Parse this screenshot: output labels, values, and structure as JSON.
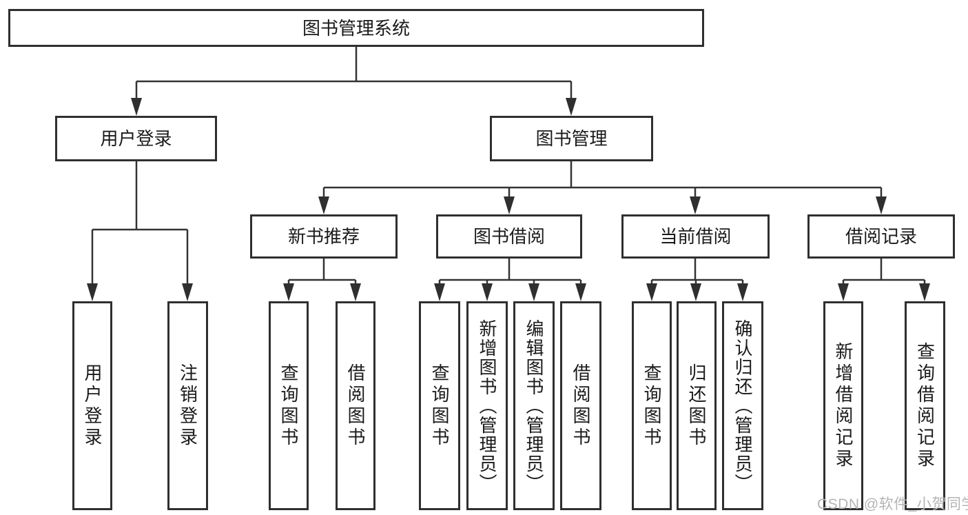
{
  "diagram": {
    "root": {
      "label": "图书管理系统"
    },
    "user_login": {
      "label": "用户登录",
      "children": [
        {
          "label": "用户登录"
        },
        {
          "label": "注销登录"
        }
      ]
    },
    "book_management": {
      "label": "图书管理",
      "modules": [
        {
          "label": "新书推荐",
          "children": [
            {
              "label": "查询图书"
            },
            {
              "label": "借阅图书"
            }
          ]
        },
        {
          "label": "图书借阅",
          "children": [
            {
              "label": "查询图书"
            },
            {
              "label": "新增图书（管理员）"
            },
            {
              "label": "编辑图书（管理员）"
            },
            {
              "label": "借阅图书"
            }
          ]
        },
        {
          "label": "当前借阅",
          "children": [
            {
              "label": "查询图书"
            },
            {
              "label": "归还图书"
            },
            {
              "label": "确认归还（管理员）"
            }
          ]
        },
        {
          "label": "借阅记录",
          "children": [
            {
              "label": "新增借阅记录"
            },
            {
              "label": "查询借阅记录"
            }
          ]
        }
      ]
    }
  },
  "watermark": "CSDN @软件_小贺同学",
  "colors": {
    "line": "#333333",
    "box_border": "#2f2f2f",
    "text": "#1a1a1a",
    "watermark": "#b4b4b4",
    "background": "#ffffff"
  }
}
